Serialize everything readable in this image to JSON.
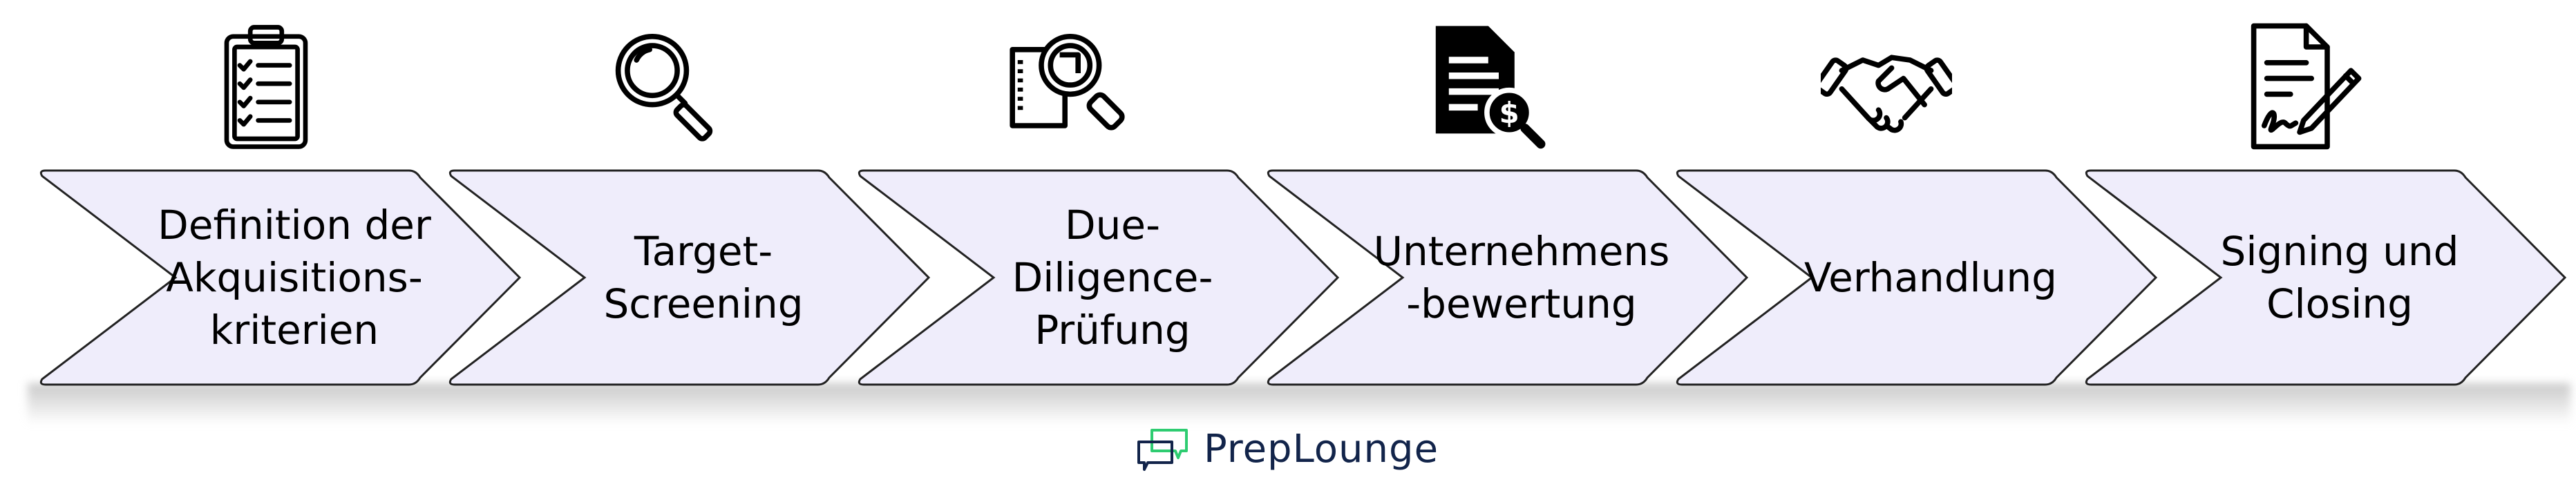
{
  "steps": [
    {
      "label": "Definition der\nAkquisitions-\nkriterien",
      "icon": "clipboard-checklist-icon"
    },
    {
      "label": "Target-\nScreening",
      "icon": "magnifier-icon"
    },
    {
      "label": "Due-\nDiligence-\nPrüfung",
      "icon": "document-magnifier-icon"
    },
    {
      "label": "Unternehmens\n-bewertung",
      "icon": "document-dollar-icon"
    },
    {
      "label": "Verhandlung",
      "icon": "handshake-icon"
    },
    {
      "label": "Signing und\nClosing",
      "icon": "contract-signature-icon"
    }
  ],
  "logo": {
    "text": "PrepLounge"
  },
  "colors": {
    "chevron_fill": "#efedfb",
    "logo_text": "#12244a",
    "logo_green": "#2ecc71"
  }
}
